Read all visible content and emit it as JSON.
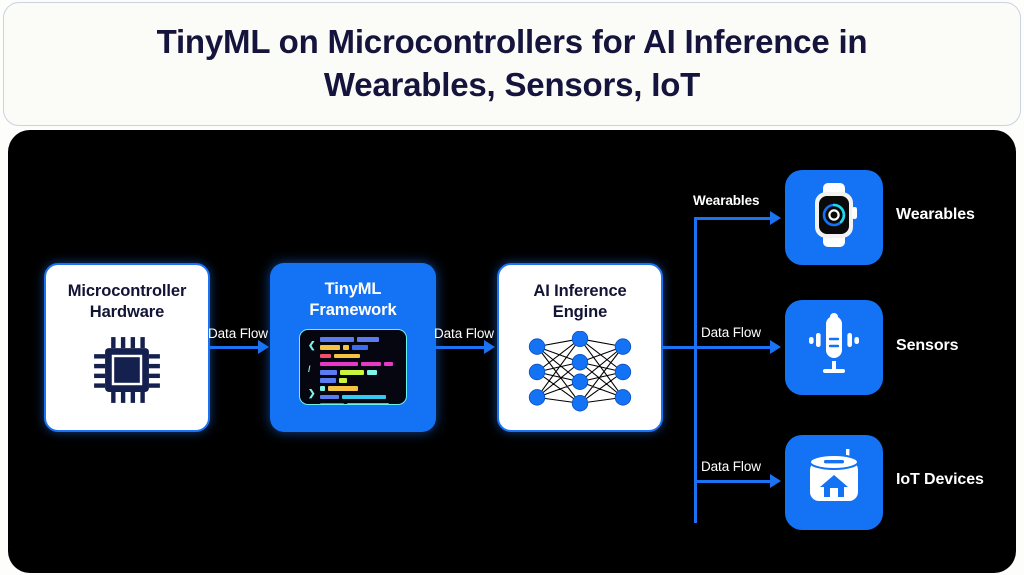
{
  "header": {
    "title_line1": "TinyML on Microcontrollers for AI Inference in",
    "title_line2": "Wearables, Sensors, IoT",
    "title_full": "TinyML on Microcontrollers for AI Inference in Wearables, Sensors, IoT"
  },
  "colors": {
    "accent_blue": "#1472f4",
    "panel_background": "#000000",
    "header_background": "#fbfbf7",
    "title_text": "#14143c",
    "node_light_background": "#ffffff",
    "code_screen": "#05060f",
    "code_border": "#6df2ea"
  },
  "pipeline": {
    "nodes": [
      {
        "id": "microcontroller-hardware",
        "title_line1": "Microcontroller",
        "title_line2": "Hardware",
        "icon": "microchip-icon",
        "style": "light"
      },
      {
        "id": "tinyml-framework",
        "title_line1": "TinyML",
        "title_line2": "Framework",
        "icon": "code-editor-icon",
        "style": "blue"
      },
      {
        "id": "ai-inference-engine",
        "title_line1": "AI Inference",
        "title_line2": "Engine",
        "icon": "neural-network-icon",
        "style": "light"
      }
    ],
    "connector_labels": [
      {
        "id": "mcu-to-framework",
        "label": "Data Flow"
      },
      {
        "id": "framework-to-engine",
        "label": "Data Flow"
      }
    ]
  },
  "outputs": {
    "branch_labels": [
      {
        "id": "branch-wearables",
        "label": "Wearables"
      },
      {
        "id": "branch-sensors",
        "label": "Data Flow"
      },
      {
        "id": "branch-iot",
        "label": "Data Flow"
      }
    ],
    "devices": [
      {
        "id": "wearables",
        "label": "Wearables",
        "icon": "smartwatch-icon"
      },
      {
        "id": "sensors",
        "label": "Sensors",
        "icon": "microphone-sensor-icon"
      },
      {
        "id": "iot-devices",
        "label": "IoT Devices",
        "icon": "smart-home-hub-icon"
      }
    ]
  },
  "code_icon": {
    "rows": [
      [
        {
          "w": 34,
          "c": "#5b7cf0"
        },
        {
          "w": 22,
          "c": "#5b7cf0"
        }
      ],
      [
        {
          "w": 20,
          "c": "#f5c242"
        },
        {
          "w": 6,
          "c": "#f5c242"
        },
        {
          "w": 16,
          "c": "#3c6df0"
        }
      ],
      [
        {
          "w": 11,
          "c": "#f0506e"
        },
        {
          "w": 26,
          "c": "#f5c242"
        }
      ],
      [
        {
          "w": 38,
          "c": "#e838c8"
        },
        {
          "w": 20,
          "c": "#e838c8"
        },
        {
          "w": 9,
          "c": "#e838c8"
        }
      ],
      [
        {
          "w": 17,
          "c": "#5b7cf0"
        },
        {
          "w": 24,
          "c": "#c9f53a"
        },
        {
          "w": 10,
          "c": "#7ef3ea"
        }
      ],
      [
        {
          "w": 16,
          "c": "#5b7cf0"
        },
        {
          "w": 8,
          "c": "#c9f53a"
        }
      ],
      [
        {
          "w": 5,
          "c": "#7ef3ea"
        },
        {
          "w": 30,
          "c": "#f5c242"
        }
      ],
      [
        {
          "w": 19,
          "c": "#5b7cf0"
        },
        {
          "w": 44,
          "c": "#35c9f0"
        }
      ],
      [
        {
          "w": 24,
          "c": "#5b7cf0"
        },
        {
          "w": 42,
          "c": "#35c9f0"
        }
      ],
      [
        {
          "w": 32,
          "c": "#35c9f0"
        }
      ]
    ]
  }
}
